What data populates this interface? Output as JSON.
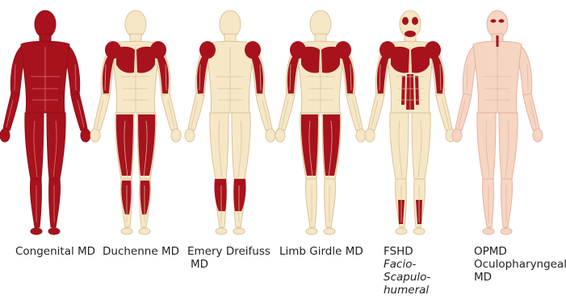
{
  "colors": {
    "affected": "#a8121d",
    "unaffected": "#f6e7c6",
    "unaffected_stroke": "#d9c39c",
    "opmd_skin": "#f7d5c3",
    "opmd_stroke": "#e0b4a2",
    "affected_line": "#e37b7f",
    "text": "#222222"
  },
  "figures": [
    {
      "id": "congenital",
      "label": "Congenital MD",
      "view": "front",
      "affected": [
        "whole-body"
      ]
    },
    {
      "id": "duchenne",
      "label": "Duchenne MD",
      "view": "front",
      "affected": [
        "shoulders",
        "chest",
        "upper-arms",
        "thighs",
        "calves"
      ]
    },
    {
      "id": "emery-dreifuss",
      "label": "Emery Dreifuss",
      "label_line2": "MD",
      "view": "back",
      "affected": [
        "shoulders",
        "upper-arms",
        "lower-legs"
      ]
    },
    {
      "id": "limb-girdle",
      "label": "Limb Girdle MD",
      "view": "front",
      "affected": [
        "shoulders",
        "chest",
        "upper-arms",
        "thighs"
      ]
    },
    {
      "id": "fshd",
      "label": "FSHD",
      "italic_lines": [
        "Facio-",
        "Scapulo-",
        "humeral"
      ],
      "view": "front",
      "affected": [
        "face",
        "shoulders",
        "chest",
        "upper-arms",
        "abdomen",
        "shins"
      ]
    },
    {
      "id": "opmd",
      "label": "OPMD",
      "label_line2": "Oculopharyngeal",
      "label_line3": "MD",
      "view": "front",
      "affected": [
        "eyelids",
        "throat"
      ]
    }
  ]
}
